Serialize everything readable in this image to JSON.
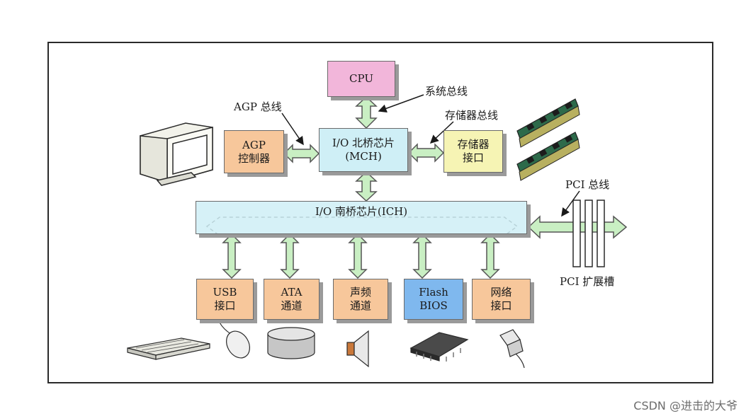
{
  "cpu": {
    "label": "CPU"
  },
  "north_bridge": {
    "line1": "I/O 北桥芯片",
    "line2": "(MCH)"
  },
  "agp_controller": {
    "line1": "AGP",
    "line2": "控制器"
  },
  "memory_interface": {
    "line1": "存储器",
    "line2": "接口"
  },
  "south_bridge": {
    "label": "I/O 南桥芯片(ICH)"
  },
  "bus_labels": {
    "system_bus": "系统总线",
    "agp_bus": "AGP 总线",
    "memory_bus": "存储器总线",
    "pci_bus": "PCI 总线"
  },
  "pci_slots": {
    "label": "PCI 扩展槽"
  },
  "peripherals": [
    {
      "line1": "USB",
      "line2": "接口"
    },
    {
      "line1": "ATA",
      "line2": "通道"
    },
    {
      "line1": "声频",
      "line2": "通道"
    },
    {
      "line1": "Flash",
      "line2": "BIOS"
    },
    {
      "line1": "网络",
      "line2": "接口"
    }
  ],
  "icons": [
    "monitor-icon",
    "memory-module-icon",
    "keyboard-icon",
    "mouse-icon",
    "disk-drive-icon",
    "speaker-icon",
    "bios-chip-icon",
    "network-jack-icon"
  ],
  "colors": {
    "cpu": "#f2b6da",
    "bridge": "#cfeff6",
    "controller": "#f7c79b",
    "memory_interface": "#f6f4b4",
    "flash_bios": "#7fb8ee",
    "arrow": "#c9efc3"
  },
  "watermark": "CSDN @进击的大爷"
}
